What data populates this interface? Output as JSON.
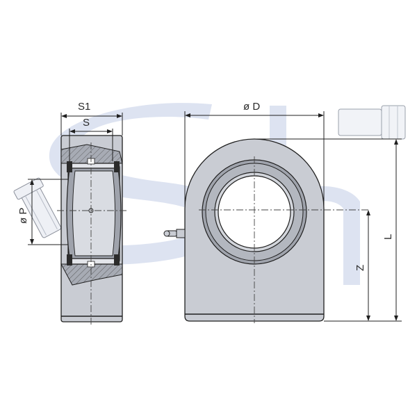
{
  "labels": {
    "s1": "S1",
    "s": "S",
    "diameter_p": "ø P",
    "diameter_d": "ø D",
    "length_l": "L",
    "height_z": "Z"
  },
  "colors": {
    "body": "#c9ccd3",
    "dark_section": "#9fa3ac",
    "ring": "#e3e5ea",
    "watermark": "#d7deee",
    "line": "#1f1f1f"
  },
  "watermark": {
    "icon": "st-logo-watermark"
  }
}
